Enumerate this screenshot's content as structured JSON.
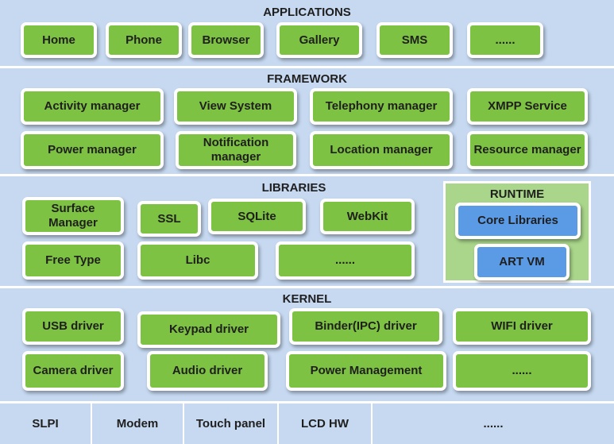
{
  "applications": {
    "title": "APPLICATIONS",
    "items": [
      "Home",
      "Phone",
      "Browser",
      "Gallery",
      "SMS",
      "......"
    ]
  },
  "framework": {
    "title": "FRAMEWORK",
    "items": [
      "Activity manager",
      "View System",
      "Telephony manager",
      "XMPP Service",
      "Power manager",
      "Notification manager",
      "Location manager",
      "Resource manager"
    ]
  },
  "libraries": {
    "title": "LIBRARIES",
    "items": [
      "Surface Manager",
      "SSL",
      "SQLite",
      "WebKit",
      "Free Type",
      "Libc",
      "......"
    ]
  },
  "runtime": {
    "title": "RUNTIME",
    "items": [
      "Core Libraries",
      "ART VM"
    ]
  },
  "kernel": {
    "title": "KERNEL",
    "items": [
      "USB driver",
      "Keypad driver",
      "Binder(IPC) driver",
      "WIFI driver",
      "Camera driver",
      "Audio driver",
      "Power Management",
      "......"
    ]
  },
  "hardware": {
    "items": [
      "SLPI",
      "Modem",
      "Touch panel",
      "LCD HW",
      "......"
    ]
  },
  "colors": {
    "layer_bg": "#c6d9f1",
    "box_green": "#7dc242",
    "box_blue": "#5b9be6",
    "runtime_bg": "#a9d68a"
  }
}
